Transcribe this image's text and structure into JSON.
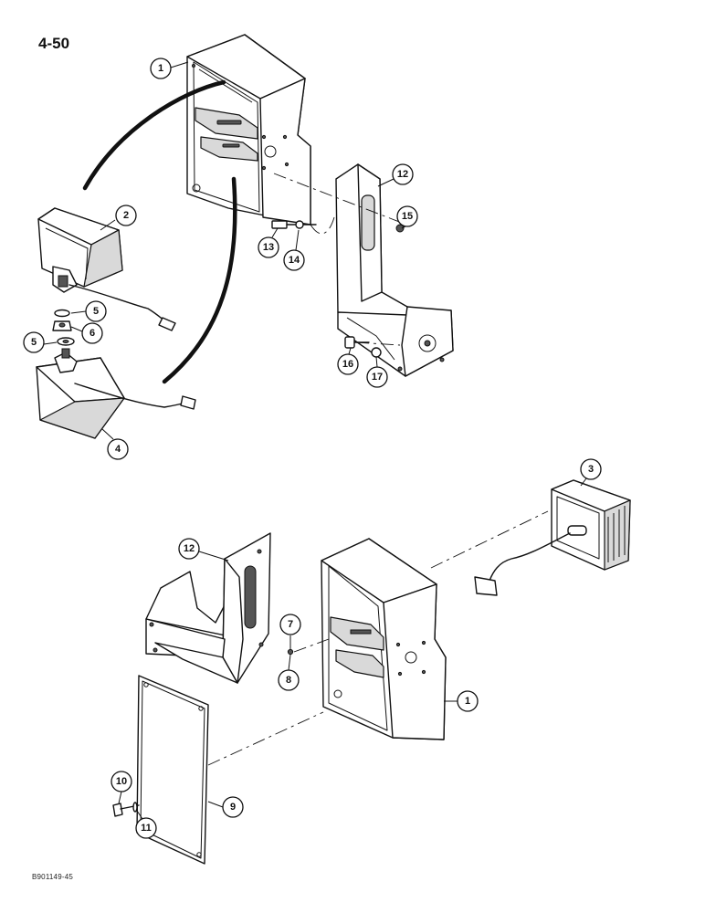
{
  "page_number": "4-50",
  "figure_code": "B901149-45",
  "callouts": [
    {
      "id": "c1a",
      "label": "1"
    },
    {
      "id": "c2",
      "label": "2"
    },
    {
      "id": "c5a",
      "label": "5"
    },
    {
      "id": "c6",
      "label": "6"
    },
    {
      "id": "c5b",
      "label": "5"
    },
    {
      "id": "c4",
      "label": "4"
    },
    {
      "id": "c12a",
      "label": "12"
    },
    {
      "id": "c13",
      "label": "13"
    },
    {
      "id": "c14",
      "label": "14"
    },
    {
      "id": "c15",
      "label": "15"
    },
    {
      "id": "c16",
      "label": "16"
    },
    {
      "id": "c17",
      "label": "17"
    },
    {
      "id": "c3",
      "label": "3"
    },
    {
      "id": "c12b",
      "label": "12"
    },
    {
      "id": "c7",
      "label": "7"
    },
    {
      "id": "c8",
      "label": "8"
    },
    {
      "id": "c1b",
      "label": "1"
    },
    {
      "id": "c10",
      "label": "10"
    },
    {
      "id": "c11",
      "label": "11"
    },
    {
      "id": "c9",
      "label": "9"
    }
  ]
}
